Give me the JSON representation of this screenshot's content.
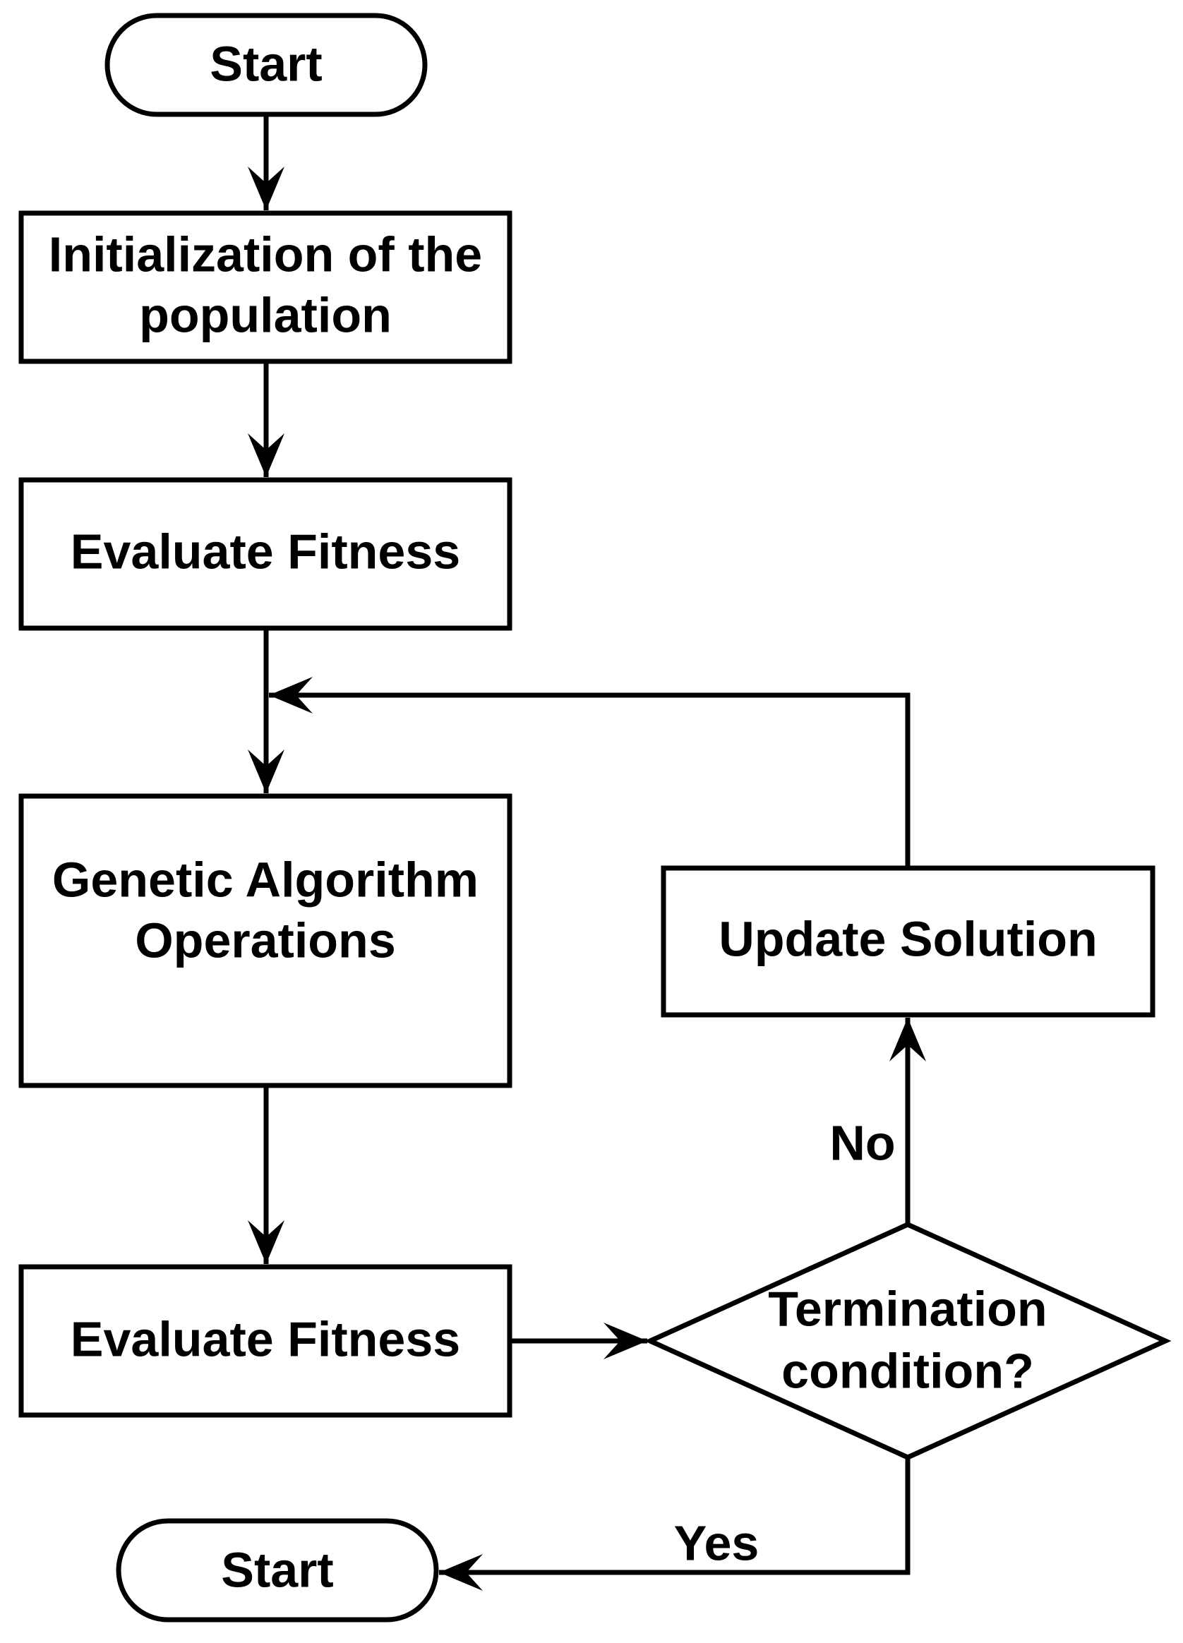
{
  "diagram": {
    "type": "flowchart",
    "nodes": [
      {
        "id": "start-top",
        "shape": "terminal",
        "lines": [
          "Start"
        ]
      },
      {
        "id": "init-population",
        "shape": "process",
        "lines": [
          "Initialization of the",
          "population"
        ]
      },
      {
        "id": "evaluate-fitness-1",
        "shape": "process",
        "lines": [
          "Evaluate Fitness"
        ]
      },
      {
        "id": "ga-operations",
        "shape": "process",
        "lines": [
          "Genetic Algorithm",
          "Operations"
        ]
      },
      {
        "id": "evaluate-fitness-2",
        "shape": "process",
        "lines": [
          "Evaluate Fitness"
        ]
      },
      {
        "id": "termination-condition",
        "shape": "decision",
        "lines": [
          "Termination",
          "condition?"
        ]
      },
      {
        "id": "update-solution",
        "shape": "process",
        "lines": [
          "Update Solution"
        ]
      },
      {
        "id": "start-bottom",
        "shape": "terminal",
        "lines": [
          "Start"
        ]
      }
    ],
    "edges": [
      {
        "id": "start-to-init",
        "from": "start-top",
        "to": "init-population",
        "label": ""
      },
      {
        "id": "init-to-eval",
        "from": "init-population",
        "to": "evaluate-fitness-1",
        "label": ""
      },
      {
        "id": "eval-to-ga",
        "from": "evaluate-fitness-1",
        "to": "ga-operations",
        "label": ""
      },
      {
        "id": "ga-to-eval",
        "from": "ga-operations",
        "to": "evaluate-fitness-2",
        "label": ""
      },
      {
        "id": "eval-to-termination",
        "from": "evaluate-fitness-2",
        "to": "termination-condition",
        "label": ""
      },
      {
        "id": "termination-no",
        "from": "termination-condition",
        "to": "update-solution",
        "label": "No"
      },
      {
        "id": "update-loop-back",
        "from": "update-solution",
        "to": "ga-operations",
        "label": ""
      },
      {
        "id": "termination-yes",
        "from": "termination-condition",
        "to": "start-bottom",
        "label": "Yes"
      }
    ]
  }
}
